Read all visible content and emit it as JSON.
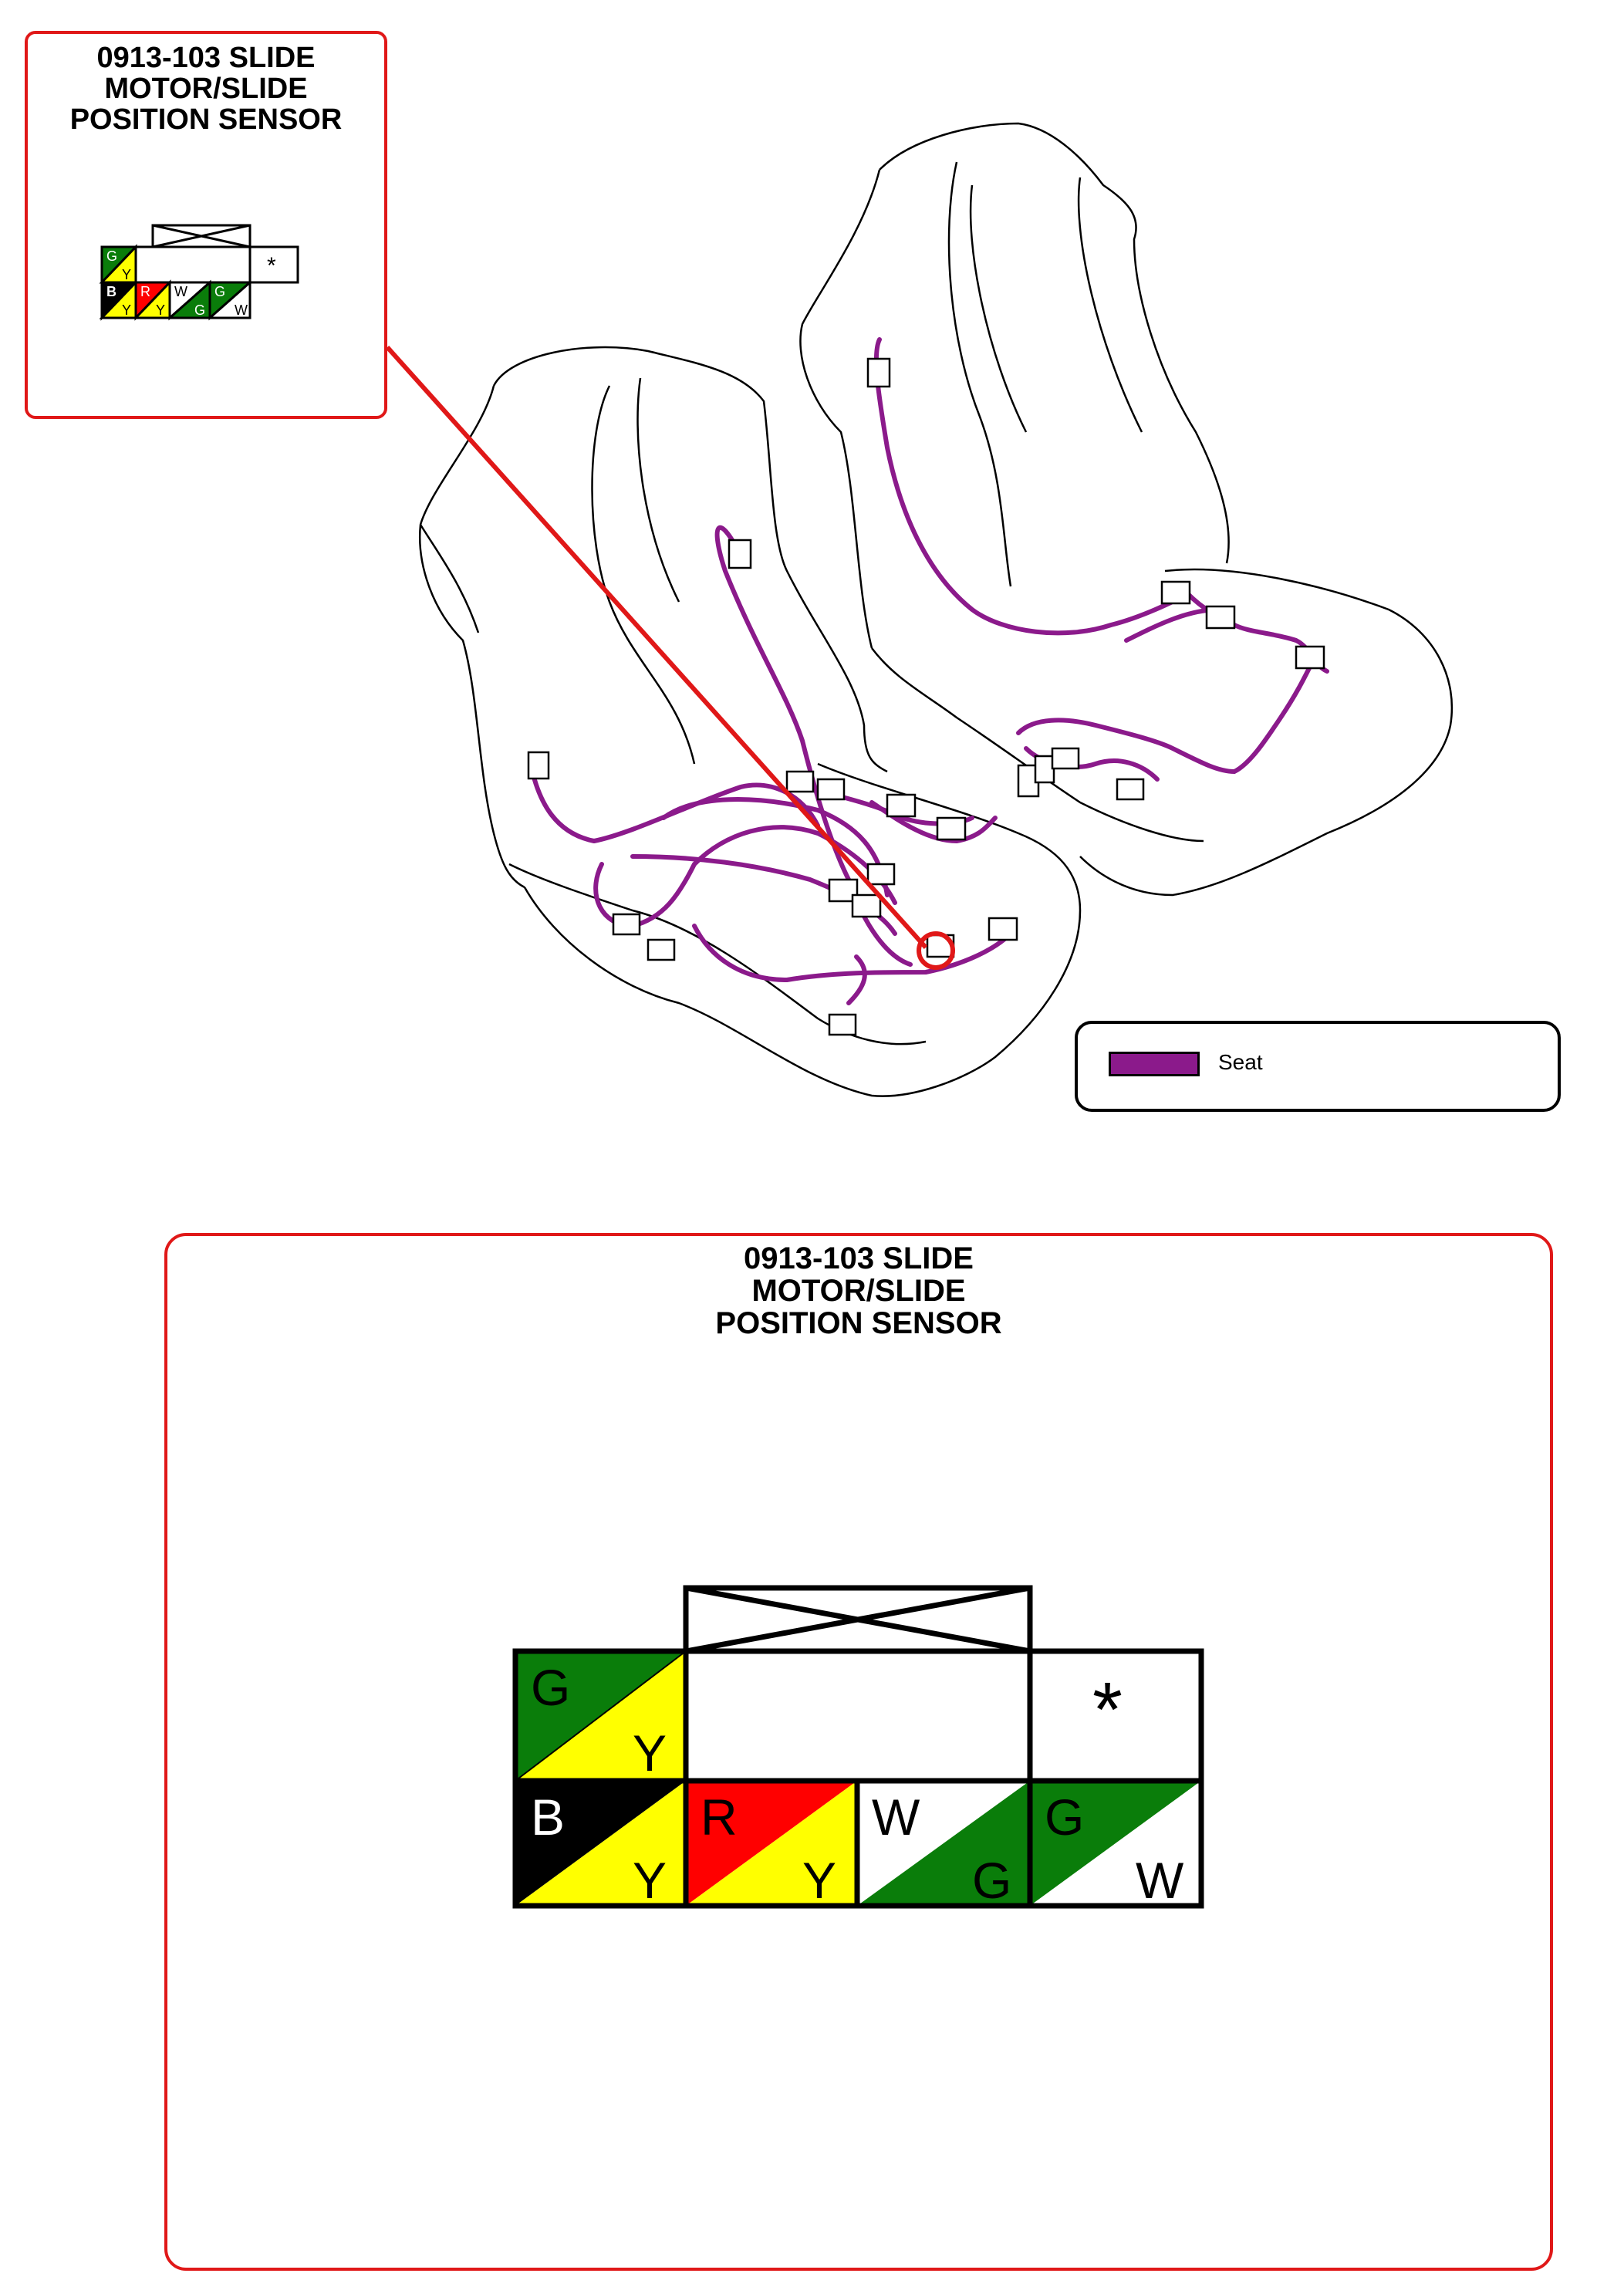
{
  "top_callout": {
    "title_lines": [
      "0913-103 SLIDE",
      "MOTOR/SLIDE",
      "POSITION SENSOR"
    ]
  },
  "bottom_panel": {
    "title_lines": [
      "0913-103 SLIDE",
      "MOTOR/SLIDE",
      "POSITION SENSOR"
    ]
  },
  "legend": {
    "label": "Seat",
    "color": "#8b1a8b"
  },
  "connector": {
    "top_row": [
      {
        "top_letter": "G",
        "bottom_letter": "Y",
        "top_color": "#0a7d0a",
        "bottom_color": "#ffff00"
      },
      {
        "empty": true
      },
      {
        "symbol": "*"
      }
    ],
    "bottom_row": [
      {
        "top_letter": "B",
        "bottom_letter": "Y",
        "top_color": "#000000",
        "bottom_color": "#ffff00"
      },
      {
        "top_letter": "R",
        "bottom_letter": "Y",
        "top_color": "#ff0000",
        "bottom_color": "#ffff00"
      },
      {
        "top_letter": "W",
        "bottom_letter": "G",
        "top_color": "#ffffff",
        "bottom_color": "#0a7d0a"
      },
      {
        "top_letter": "G",
        "bottom_letter": "W",
        "top_color": "#0a7d0a",
        "bottom_color": "#ffffff"
      }
    ]
  },
  "colors": {
    "callout_border": "#e01818",
    "harness": "#8b1a8b"
  }
}
